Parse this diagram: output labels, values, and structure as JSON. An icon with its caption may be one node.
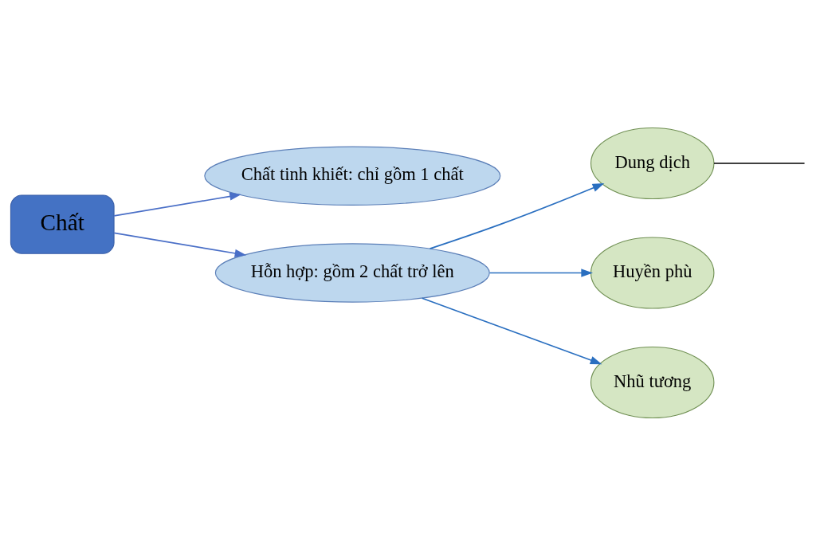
{
  "diagram": {
    "nodes": [
      {
        "text": [
          "Chất"
        ]
      },
      {
        "text": [
          "Chất tinh khiết: chỉ gồm 1 chất"
        ]
      },
      {
        "text": [
          "Hỗn hợp: gồm 2 chất trở lên"
        ]
      },
      {
        "text": [
          "Dung dịch"
        ]
      },
      {
        "text": [
          "Huyền phù"
        ]
      },
      {
        "text": [
          "Nhũ tương"
        ]
      }
    ],
    "edges": [
      {
        "from": 0,
        "to": 1,
        "arrow": "to"
      },
      {
        "from": 0,
        "to": 2,
        "arrow": "to"
      },
      {
        "from": 2,
        "to": 3,
        "arrow": "to",
        "color": "#2a6fc0"
      },
      {
        "from": 2,
        "to": 4,
        "arrow": "to",
        "color": "#2a6fc0"
      },
      {
        "from": 2,
        "to": 5,
        "arrow": "to",
        "color": "#2a6fc0"
      },
      {
        "from": 3,
        "to": null,
        "arrow": "none",
        "color": "#000000"
      }
    ]
  }
}
